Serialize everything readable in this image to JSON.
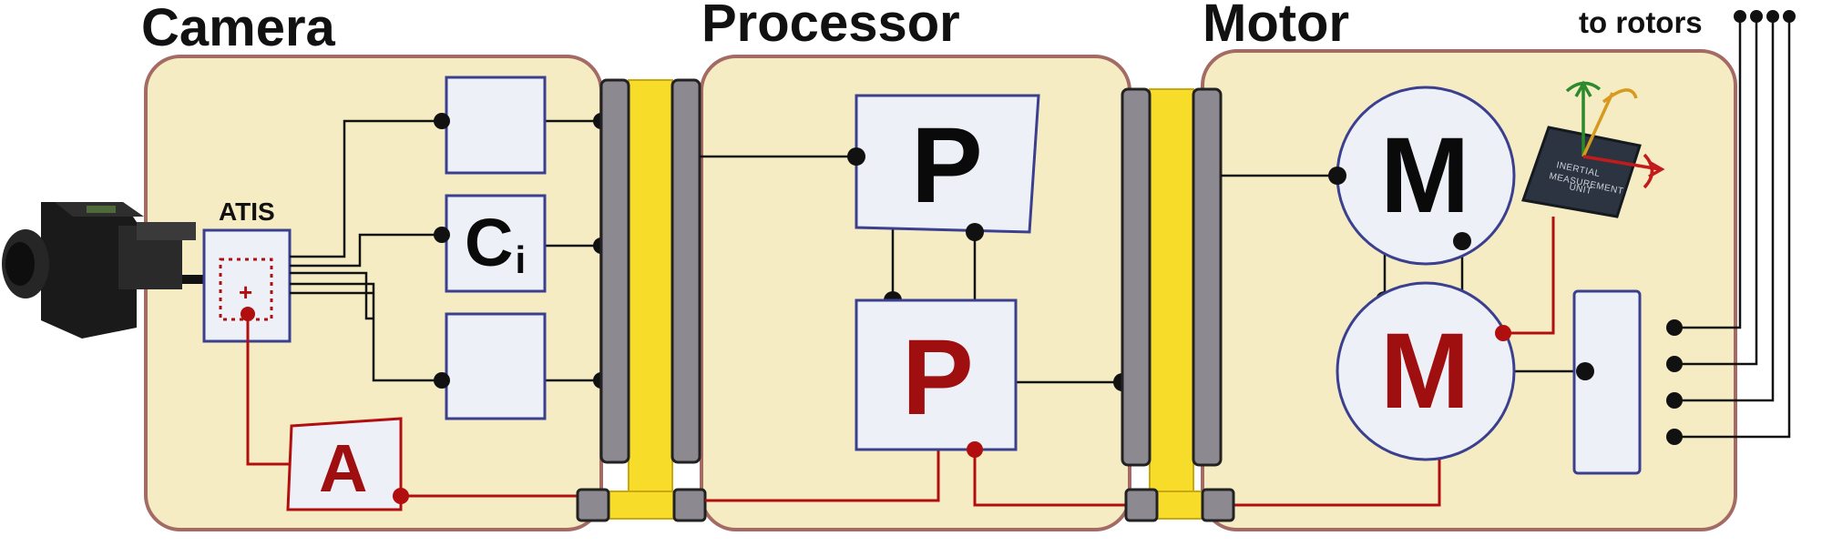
{
  "sections": {
    "camera": "Camera",
    "processor": "Processor",
    "motor": "Motor"
  },
  "sensor": {
    "label": "ATIS",
    "pixel_mark": "+"
  },
  "camera_blocks": {
    "ci_main": "C",
    "ci_sub": "i",
    "a": "A"
  },
  "processor_blocks": {
    "top": "P",
    "bottom": "P"
  },
  "motor_blocks": {
    "top": "M",
    "bottom": "M"
  },
  "imu": {
    "line1": "INERTIAL",
    "line2": "MEASUREMENT",
    "line3": "UNIT"
  },
  "output": {
    "label": "to rotors"
  },
  "colors": {
    "board_fill": "#f6ecc3",
    "board_border": "#a36b64",
    "box_fill": "#eef0f8",
    "box_border": "#3b3f8f",
    "wire_black": "#111111",
    "wire_red": "#b10f0f",
    "connector_yellow": "#f7dc2a",
    "connector_rail": "#8d8991",
    "letter_black": "#0a0a0a",
    "letter_red": "#a00f10"
  }
}
